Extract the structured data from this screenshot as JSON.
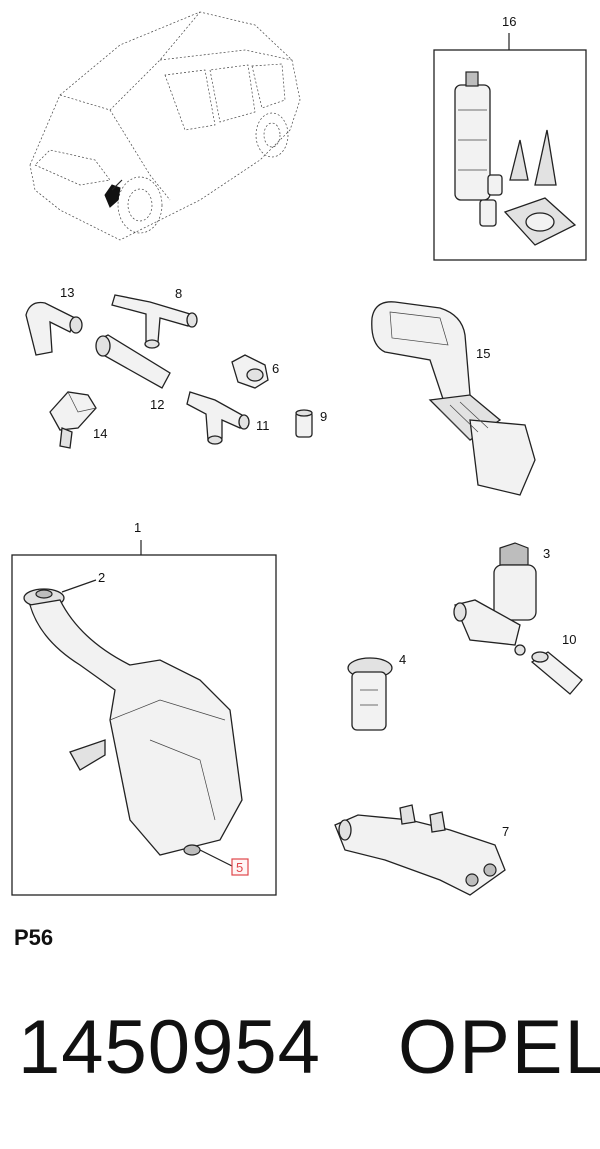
{
  "callouts": {
    "c1": "1",
    "c2": "2",
    "c3": "3",
    "c4": "4",
    "c5": "5",
    "c6": "6",
    "c7": "7",
    "c8": "8",
    "c9": "9",
    "c10": "10",
    "c11": "11",
    "c12": "12",
    "c13": "13",
    "c14": "14",
    "c15": "15",
    "c16": "16"
  },
  "diagram_code": "P56",
  "part_number": "1450954",
  "brand": "OPEL",
  "colors": {
    "highlight_box": "#e0464b",
    "line": "#222222"
  }
}
